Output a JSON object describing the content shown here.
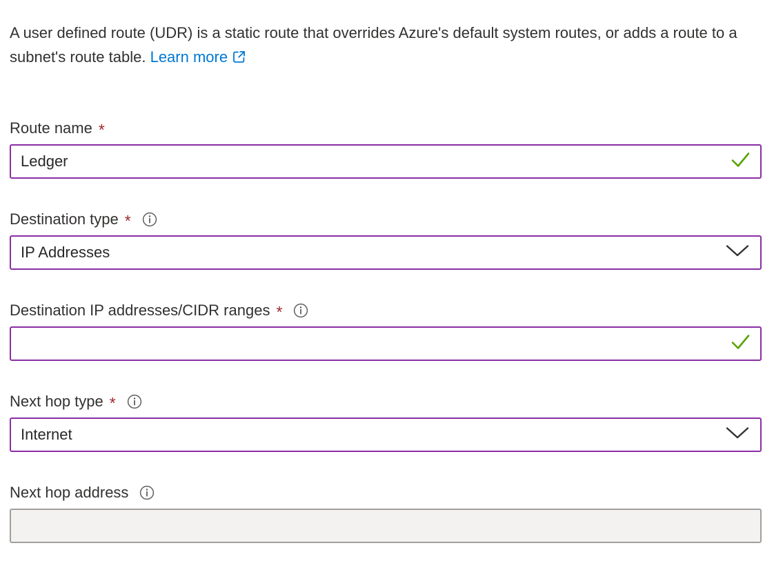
{
  "intro": {
    "text": "A user defined route (UDR) is a static route that overrides Azure's default system routes, or adds a route to a subnet's route table.",
    "learn_more_label": "Learn more"
  },
  "tokens": {
    "required_marker": "*"
  },
  "colors": {
    "edited_field_border": "#8A2DA5",
    "link": "#0078D4",
    "required": "#A4262C",
    "valid_check": "#57A300",
    "disabled_background": "#F3F2F1",
    "disabled_border": "#A19F9D",
    "text": "#323130"
  },
  "fields": [
    {
      "label": "Route name",
      "required": true,
      "has_info": false,
      "control": "text-input",
      "value": "Ledger",
      "valid": true
    },
    {
      "label": "Destination type",
      "required": true,
      "has_info": true,
      "control": "dropdown",
      "value": "IP Addresses"
    },
    {
      "label": "Destination IP addresses/CIDR ranges",
      "required": true,
      "has_info": true,
      "control": "text-input",
      "value": "",
      "valid": true
    },
    {
      "label": "Next hop type",
      "required": true,
      "has_info": true,
      "control": "dropdown",
      "value": "Internet"
    },
    {
      "label": "Next hop address",
      "required": false,
      "has_info": true,
      "control": "text-input",
      "disabled": true,
      "value": ""
    }
  ]
}
